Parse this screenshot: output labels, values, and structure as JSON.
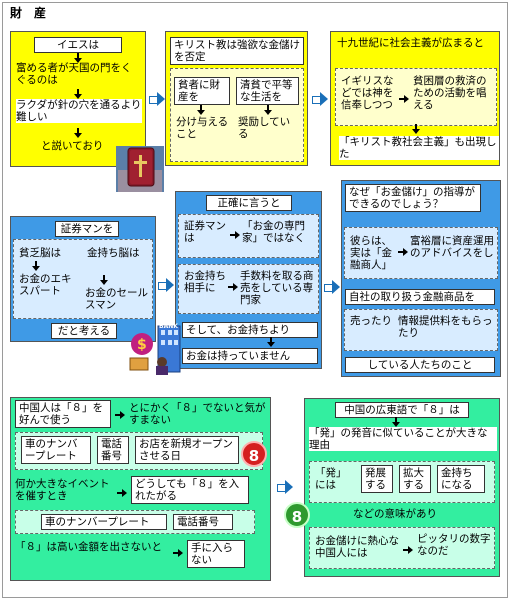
{
  "title": "財　産",
  "sec1": {
    "a1": "イエスは",
    "a2": "富める者が天国の門をくぐるのは",
    "a3": "ラクダが針の穴を通るより難しい",
    "a4": "と説いており",
    "b_head": "キリスト教は強欲な金儲けを否定",
    "b1": "貧者に財産を",
    "b2": "分け与えること",
    "b3": "清貧で平等な生活を",
    "b4": "奨励している",
    "c_head": "十九世紀に社会主義が広まると",
    "c1": "イギリスなどでは神を信奉しつつ",
    "c2": "貧困層の救済のための活動を唱える",
    "c3": "「キリスト教社会主義」も出現した"
  },
  "sec2": {
    "a_head": "証券マンを",
    "a1": "貧乏脳は",
    "a2": "お金のエキスパート",
    "a3": "金持ち脳は",
    "a4": "お金のセールスマン",
    "a5": "だと考える",
    "b_head": "正確に言うと",
    "b1": "証券マンは",
    "b2": "「お金の専門家」ではなく",
    "b3": "お金持ち相手に",
    "b4": "手数料を取る商売をしている専門家",
    "b5": "そして、お金持ちより",
    "b6": "お金は持っていません",
    "bank": "BANK",
    "c1": "なぜ「お金儲け」の指導ができるのでしょう？",
    "c2": "彼らは、実は「金融商人」",
    "c3": "富裕層に資産運用のアドバイスをし",
    "c4": "自社の取り扱う金融商品を",
    "c5": "売ったり",
    "c6": "情報提供料をもらったり",
    "c7": "している人たちのこと"
  },
  "sec3": {
    "a1": "中国人は「８」を好んで使う",
    "a2": "とにかく「８」でないと気がすまない",
    "a3": "車のナンバープレート",
    "a4": "電話番号",
    "a5": "お店を新規オープンさせる日",
    "a6": "何か大きなイベントを催すとき",
    "a7": "どうしても「８」を入れたがる",
    "a8": "車のナンバープレート",
    "a9": "電話番号",
    "a10": "「８」は高い金額を出さないと",
    "a11": "手に入らない",
    "eight": "8",
    "b1": "中国の広東語で「８」は",
    "b2": "「発」の発音に似ていることが大きな理由",
    "b3": "「発」には",
    "b4": "発展する",
    "b5": "拡大する",
    "b6": "金持ちになる",
    "b7": "などの意味があり",
    "b8": "お金儲けに熱心な中国人には",
    "b9": "ピッタリの数字なのだ"
  }
}
